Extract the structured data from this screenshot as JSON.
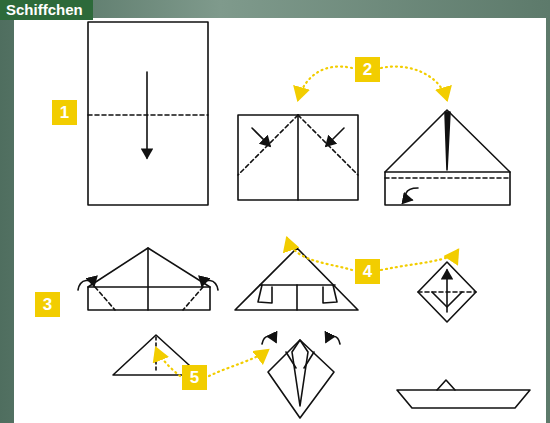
{
  "diagram": {
    "title": "Schiffchen",
    "nodes": [
      {
        "text": [
          "1"
        ]
      },
      {
        "text": [
          "2"
        ]
      },
      {
        "text": [
          "3"
        ]
      },
      {
        "text": [
          "4"
        ]
      },
      {
        "text": [
          "5"
        ]
      }
    ]
  }
}
